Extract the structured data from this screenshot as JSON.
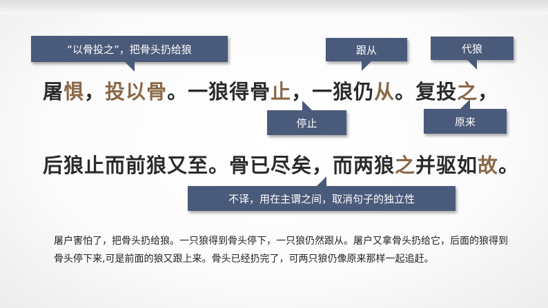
{
  "callouts": {
    "bone_note": "“以骨投之”，把骨头扔给狼",
    "follow": "跟从",
    "replace_wolf": "代狼",
    "stop": "停止",
    "originally": "原来",
    "particle_note": "不译，用在主谓之间，取消句子的独立性"
  },
  "line1": {
    "s1": "屠",
    "h1": "惧",
    "s2": "，",
    "h2": "投以骨",
    "s3": "。一狼得骨",
    "h3": "止",
    "s4": "，一狼仍",
    "h4": "从",
    "s5": "。复投",
    "h5": "之",
    "s6": "，"
  },
  "line2": {
    "s1": "后狼止而前狼又至。骨已尽矣，而两狼",
    "h1": "之",
    "s2": "并驱如",
    "h2": "故",
    "s3": "。"
  },
  "translation": "屠户害怕了，把骨头扔给狼。一只狼得到骨头停下，一只狼仍然跟从。屠户又拿骨头扔给它，后面的狼得到骨头停下来,可是前面的狼又跟上来。骨头已经扔完了，可两只狼仍像原来那样一起追赶。",
  "colors": {
    "callout_bg": "#4a5a7a",
    "highlight": "#8b6848",
    "text": "#2b2b2b"
  }
}
